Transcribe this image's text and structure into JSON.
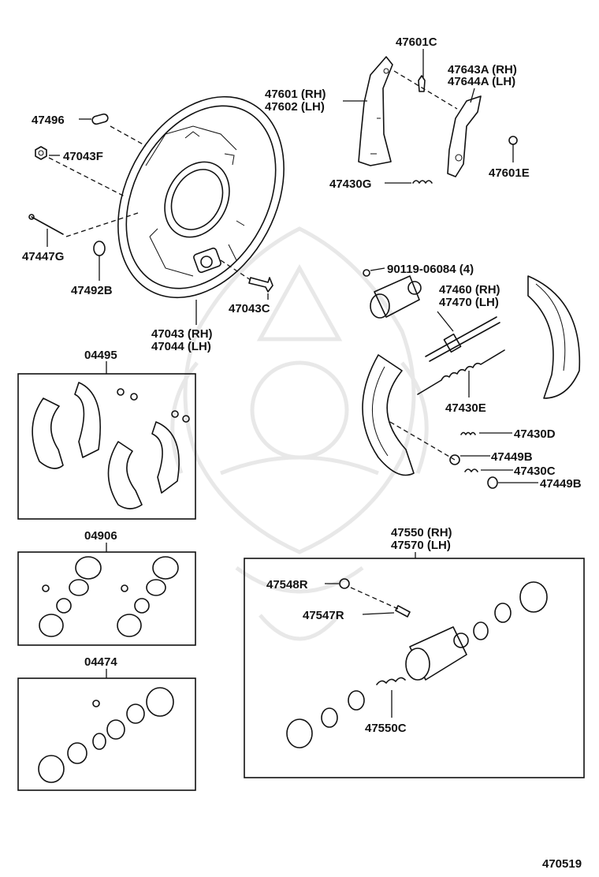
{
  "diagram": {
    "labels": {
      "p47601C": "47601C",
      "p47643A": "47643A (RH)",
      "p47644A": "47644A (LH)",
      "p47601": "47601 (RH)",
      "p47602": "47602 (LH)",
      "p47496": "47496",
      "p47043F": "47043F",
      "p47601E": "47601E",
      "p47430G": "47430G",
      "p47447G": "47447G",
      "p47492B": "47492B",
      "p90119": "90119-06084 (4)",
      "p47043C": "47043C",
      "p47460": "47460 (RH)",
      "p47470": "47470 (LH)",
      "p47043": "47043 (RH)",
      "p47044": "47044 (LH)",
      "p04495": "04495",
      "p47430E": "47430E",
      "p47430D": "47430D",
      "p47449B_1": "47449B",
      "p47430C": "47430C",
      "p47449B_2": "47449B",
      "p04906": "04906",
      "p47550": "47550 (RH)",
      "p47570": "47570 (LH)",
      "p47548R": "47548R",
      "p47547R": "47547R",
      "p04474": "04474",
      "p47550C": "47550C",
      "p470519": "470519"
    }
  }
}
